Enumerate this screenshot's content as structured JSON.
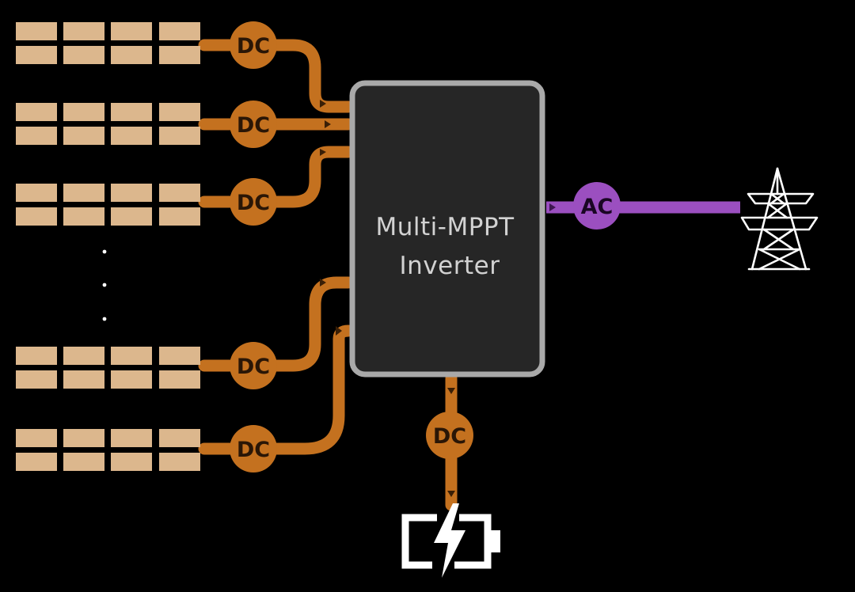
{
  "inverter": {
    "line1": "Multi-MPPT",
    "line2": "Inverter"
  },
  "dc_label": "DC",
  "ac_label": "AC",
  "array_count": 5,
  "array_gap_marker": "·",
  "icons": {
    "grid": "power-transmission-tower-icon",
    "battery": "battery-charging-icon",
    "panel": "solar-panel-icon"
  },
  "colors": {
    "background": "#000000",
    "dc_wire": "#c4711f",
    "ac_wire": "#9b4fc0",
    "panel": "#dcb78d",
    "inverter_fill": "#262626",
    "inverter_border": "#a9a9a9",
    "icon_white": "#ffffff"
  }
}
